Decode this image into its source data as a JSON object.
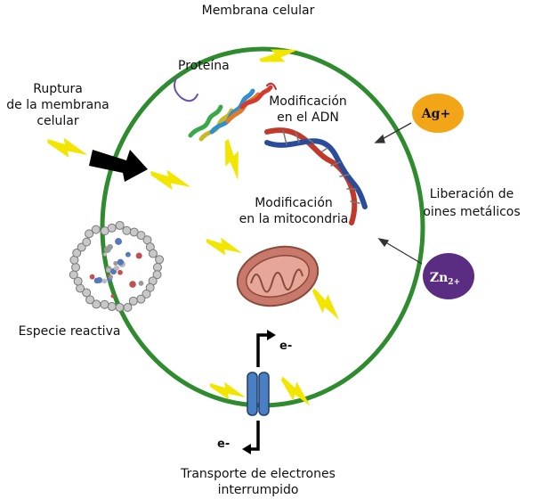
{
  "labels": {
    "membrane": "Membrana celular",
    "protein": "Proteína",
    "rupture": [
      "Ruptura",
      "de la membrana",
      "celular"
    ],
    "dna_mod": [
      "Modificación",
      "en el ADN"
    ],
    "mito_mod": [
      "Modificación",
      "en la mitocondria"
    ],
    "ion_release": [
      "Liberación de",
      "oines metálicos"
    ],
    "reactive": "Especie reactiva",
    "transport": [
      "Transporte de electrones",
      "interrumpido"
    ],
    "electron_top": "e-",
    "electron_bottom": "e-"
  },
  "ions": {
    "silver": {
      "symbol": "Ag",
      "charge": "+",
      "color": "#f2a516"
    },
    "zinc": {
      "symbol": "Zn",
      "charge": "2+",
      "color": "#5a2d82"
    }
  },
  "colors": {
    "membrane": "#2e8b2e",
    "lightning": "#f2e600",
    "mitochondria": "#c9796b",
    "channel": "#4a7fc4",
    "dna_red": "#c0392b",
    "dna_blue": "#2b4c9a"
  }
}
